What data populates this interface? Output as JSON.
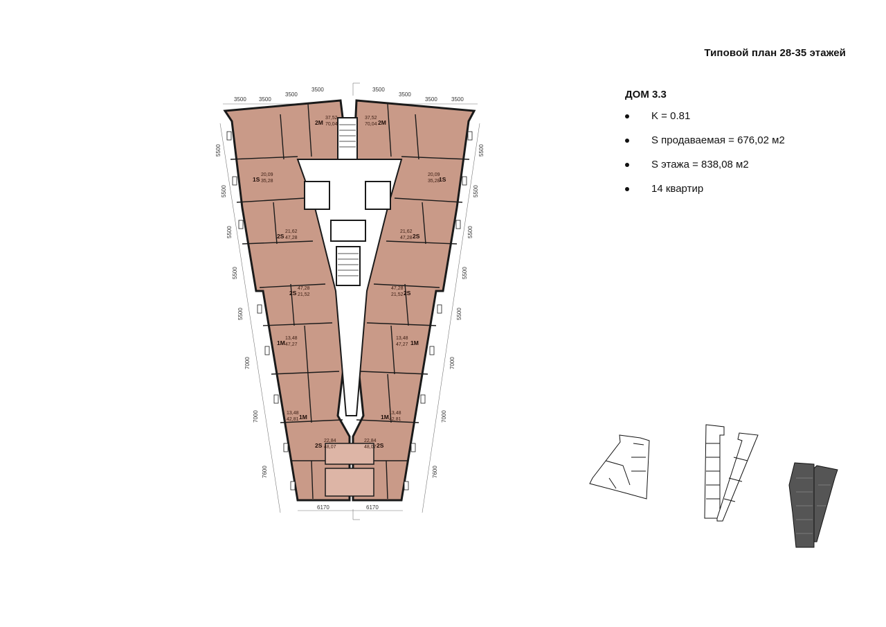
{
  "title": "Типовой план 28-35 этажей",
  "house": {
    "name": "ДОМ 3.3",
    "stats": [
      "K = 0.81",
      "S продаваемая = 676,02 м2",
      "S этажа = 838,08 м2",
      "14 квартир"
    ]
  },
  "dimensions": {
    "top_left": [
      "3500",
      "3500",
      "3500",
      "3500"
    ],
    "top_right": [
      "3500",
      "3500",
      "3500",
      "3500"
    ],
    "left_side": [
      "5500",
      "5500",
      "5500",
      "5500",
      "5500",
      "7000",
      "7000",
      "7600"
    ],
    "right_side": [
      "5500",
      "5500",
      "5500",
      "5500",
      "5500",
      "7000",
      "7000",
      "7600"
    ],
    "bottom": [
      "6170",
      "6170"
    ]
  },
  "apartments": [
    {
      "code": "2M",
      "area": "70,04",
      "living": "37,52"
    },
    {
      "code": "2M",
      "area": "70,04",
      "living": "37,52"
    },
    {
      "code": "1S",
      "area": "35,28",
      "living": "20,09"
    },
    {
      "code": "1S",
      "area": "35,28",
      "living": "20,09"
    },
    {
      "code": "2S",
      "area": "47,28",
      "living": "21,62"
    },
    {
      "code": "2S",
      "area": "47,28",
      "living": "21,62"
    },
    {
      "code": "2S",
      "area": "21,52",
      "living": "47,28"
    },
    {
      "code": "2S",
      "area": "21,52",
      "living": "47,28"
    },
    {
      "code": "1M",
      "area": "47,27",
      "living": "13,48"
    },
    {
      "code": "1M",
      "area": "47,27",
      "living": "13,48"
    },
    {
      "code": "1M",
      "area": "42,81",
      "living": "13,48"
    },
    {
      "code": "1M",
      "area": "42,81",
      "living": "13,48"
    },
    {
      "code": "2S",
      "area": "48,07",
      "living": "22,84"
    },
    {
      "code": "2S",
      "area": "48,07",
      "living": "22,84"
    }
  ],
  "colors": {
    "apartment_fill": "#c99a88",
    "apartment_light": "#ddb5a6",
    "wall": "#1a1a1a",
    "key_highlight": "#555555"
  }
}
